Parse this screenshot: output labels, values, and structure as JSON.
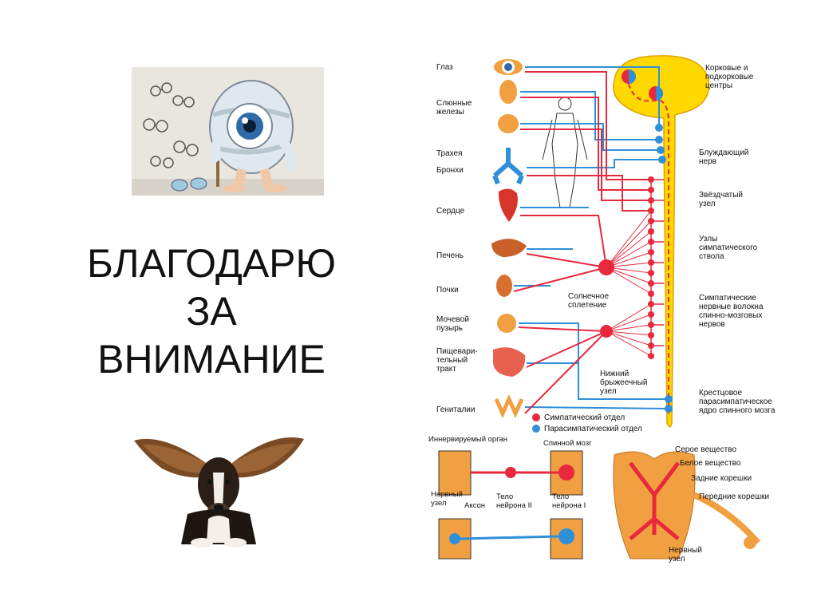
{
  "title": {
    "line1": "БЛАГОДАРЮ",
    "line2": "ЗА",
    "line3": "ВНИМАНИЕ"
  },
  "organs": {
    "eye": "Глаз",
    "salivary": "Слюнные\nжелезы",
    "trachea": "Трахея",
    "bronchi": "Бронхи",
    "heart": "Сердце",
    "liver": "Печень",
    "kidneys": "Почки",
    "bladder": "Мочевой\nпузырь",
    "gut": "Пищевари-\nтельный\nтракт",
    "genitals": "Гениталии"
  },
  "centers": {
    "cortical": "Корковые и\nподкорковые\nцентры",
    "vagus": "Блуждающий\nнерв",
    "stellate": "Звёздчатый\nузел",
    "sympathetic_nodes": "Узлы\nсимпатического\nствола",
    "sympathetic_fibers": "Симпатические\nнервные волокна\nспинно-мозговых\nнервов",
    "sacral": "Крестцовое\nпарасимпатическое\nядро спинного мозга",
    "solar": "Солнечное\nсплетение",
    "mesenteric": "Нижний\nбрыжеечный\nузел"
  },
  "legend": {
    "sympathetic": "Симпатический отдел",
    "parasympathetic": "Парасимпатический отдел"
  },
  "neuron_diagram": {
    "organ": "Иннервируемый орган",
    "spinal_cord": "Спинной мозг",
    "ganglion": "Нервный\nузел",
    "axon": "Аксон",
    "neuron2": "Тело\nнейрона II",
    "neuron1": "Тело\nнейрона I"
  },
  "cross_section": {
    "gray": "Серое вещество",
    "white": "Белое вещество",
    "dorsal": "Задние корешки",
    "ventral": "Передние корешки",
    "ganglion": "Нервный\nузел"
  },
  "colors": {
    "sympathetic": "#e8283c",
    "parasympathetic": "#2f8fd8",
    "brain": "#ffd800",
    "organ": "#f0a040"
  }
}
